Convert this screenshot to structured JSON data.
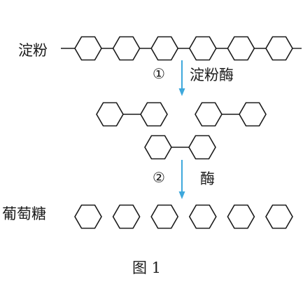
{
  "labels": {
    "starch": "淀粉",
    "step1_marker": "①",
    "step1_enzyme": "淀粉酶",
    "step2_marker": "②",
    "step2_enzyme": "酶",
    "glucose": "葡萄糖",
    "caption": "图 1"
  },
  "colors": {
    "ink": "#1a1a1a",
    "arrow": "#3ea8dc"
  },
  "icons": {
    "monomer": "hexagon-icon",
    "bond": "glycosidic-bond-line",
    "arrow": "arrow-down-icon"
  },
  "content": {
    "starch_chain_units": 6,
    "fragments_after_step1": [
      2,
      2,
      2
    ],
    "glucose_units_after_step2": 6
  }
}
